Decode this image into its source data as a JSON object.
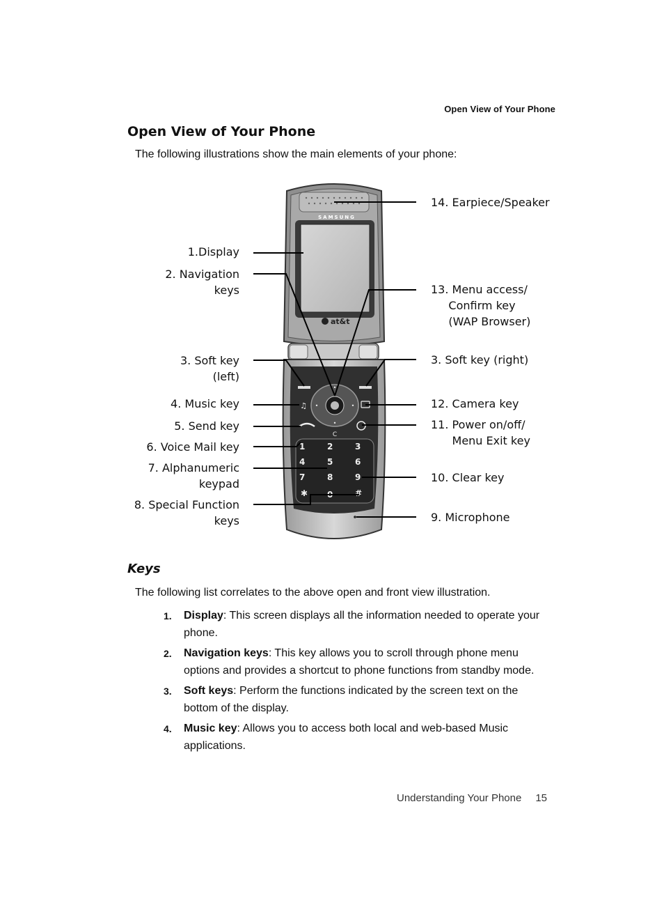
{
  "running_header": "Open View of Your Phone",
  "section_title": "Open View of Your Phone",
  "intro": "The following illustrations show the main elements of your phone:",
  "figure": {
    "brand_logo": "SAMSUNG",
    "carrier_logo": "at&t",
    "callouts_left": [
      {
        "id": "display",
        "text": "1.Display"
      },
      {
        "id": "navigation",
        "text": "2. Navigation\nkeys"
      },
      {
        "id": "soft-left",
        "text": "3. Soft key\n(left)"
      },
      {
        "id": "music",
        "text": "4. Music key"
      },
      {
        "id": "send",
        "text": "5. Send key"
      },
      {
        "id": "voicemail",
        "text": "6. Voice Mail key"
      },
      {
        "id": "alphanumeric",
        "text": "7. Alphanumeric\nkeypad"
      },
      {
        "id": "special",
        "text": "8. Special Function\nkeys"
      }
    ],
    "callouts_right": [
      {
        "id": "earpiece",
        "text": "14. Earpiece/Speaker"
      },
      {
        "id": "menu",
        "text": "13. Menu access/\n     Confirm key\n     (WAP Browser)"
      },
      {
        "id": "soft-right",
        "text": "3. Soft key (right)"
      },
      {
        "id": "camera",
        "text": "12. Camera key"
      },
      {
        "id": "power",
        "text": "11. Power on/off/\n      Menu Exit key"
      },
      {
        "id": "clear",
        "text": "10. Clear key"
      },
      {
        "id": "microphone",
        "text": "9. Microphone"
      }
    ]
  },
  "keys_title": "Keys",
  "keys_intro": "The following list correlates to the above open and front view illustration.",
  "keys": [
    {
      "num": "1.",
      "term": "Display",
      "desc": ": This screen displays all the information needed to operate your phone."
    },
    {
      "num": "2.",
      "term": "Navigation keys",
      "desc": ": This key allows you to scroll through phone menu options and provides a shortcut to phone functions from standby mode."
    },
    {
      "num": "3.",
      "term": "Soft keys",
      "desc": ": Perform the functions indicated by the screen text on the bottom of the display."
    },
    {
      "num": "4.",
      "term": "Music key",
      "desc": ": Allows you to access both local and web-based Music applications."
    }
  ],
  "footer": {
    "chapter": "Understanding Your Phone",
    "page": "15"
  }
}
